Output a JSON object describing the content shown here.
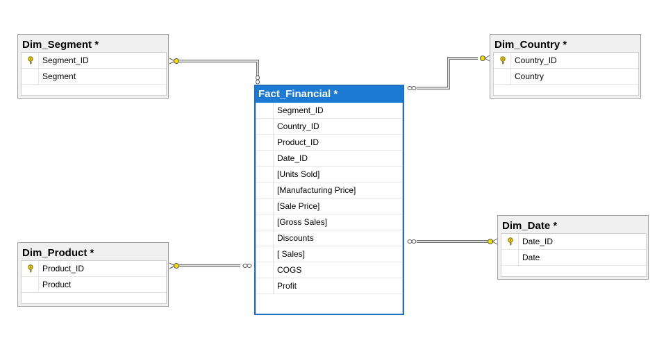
{
  "tables": {
    "dim_segment": {
      "title": "Dim_Segment *",
      "columns": [
        {
          "name": "Segment_ID",
          "key": true
        },
        {
          "name": "Segment",
          "key": false
        }
      ]
    },
    "dim_country": {
      "title": "Dim_Country *",
      "columns": [
        {
          "name": "Country_ID",
          "key": true
        },
        {
          "name": "Country",
          "key": false
        }
      ]
    },
    "fact_financial": {
      "title": "Fact_Financial *",
      "columns": [
        {
          "name": "Segment_ID"
        },
        {
          "name": "Country_ID"
        },
        {
          "name": "Product_ID"
        },
        {
          "name": "Date_ID"
        },
        {
          "name": "[Units Sold]"
        },
        {
          "name": "[Manufacturing Price]"
        },
        {
          "name": "[Sale Price]"
        },
        {
          "name": "[Gross Sales]"
        },
        {
          "name": "Discounts"
        },
        {
          "name": "[ Sales]"
        },
        {
          "name": "COGS"
        },
        {
          "name": "Profit"
        }
      ]
    },
    "dim_product": {
      "title": "Dim_Product *",
      "columns": [
        {
          "name": "Product_ID",
          "key": true
        },
        {
          "name": "Product",
          "key": false
        }
      ]
    },
    "dim_date": {
      "title": "Dim_Date *",
      "columns": [
        {
          "name": "Date_ID",
          "key": true
        },
        {
          "name": "Date",
          "key": false
        }
      ]
    }
  },
  "colors": {
    "selected_border": "#1c6fc1",
    "title_bar": "#1c7ad4",
    "key_icon": "#e8c800",
    "line": "#707070"
  },
  "relationships": [
    {
      "from": "dim_segment",
      "to": "fact_financial"
    },
    {
      "from": "dim_country",
      "to": "fact_financial"
    },
    {
      "from": "dim_product",
      "to": "fact_financial"
    },
    {
      "from": "dim_date",
      "to": "fact_financial"
    }
  ]
}
